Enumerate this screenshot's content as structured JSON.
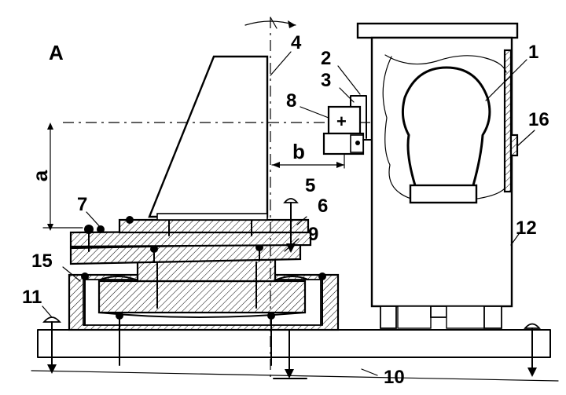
{
  "labels": {
    "view": "A",
    "dim_a": "a",
    "dim_b": "b",
    "n1": "1",
    "n2": "2",
    "n3": "3",
    "n4": "4",
    "n5": "5",
    "n6": "6",
    "n7": "7",
    "n8": "8",
    "n9": "9",
    "n10": "10",
    "n11": "11",
    "n12": "12",
    "n15": "15",
    "n16": "16",
    "plus": "+"
  }
}
